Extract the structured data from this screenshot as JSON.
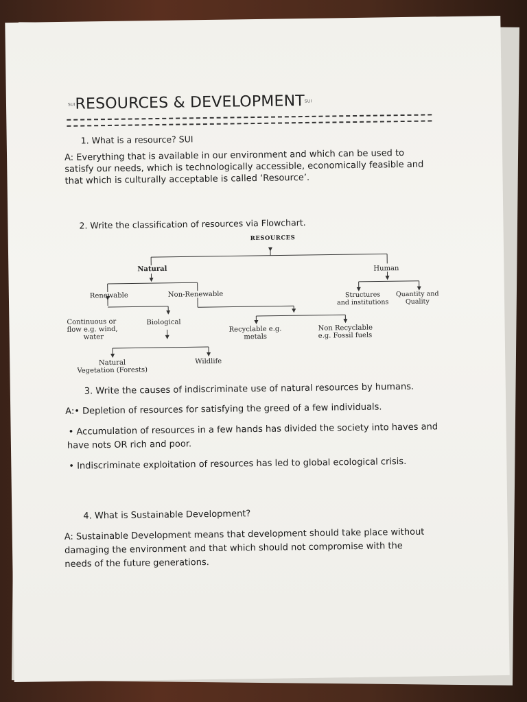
{
  "header": {
    "title": "RESOURCES & DEVELOPMENT",
    "title_mark_left": "SUI",
    "title_mark_right": "SUI",
    "rule": "==========================================================="
  },
  "q1": {
    "question": "1.  What is a resource? SUI",
    "answer_lines": [
      "A: Everything that is available in our environment and which can be used to",
      "satisfy our needs, which is technologically accessible, economically feasible and",
      "that which is culturally acceptable is called ‘Resource’."
    ]
  },
  "q2": {
    "question": "2.  Write the classification of resources via Flowchart."
  },
  "flowchart": {
    "root": "RESOURCES",
    "natural": "Natural",
    "human": "Human",
    "renewable": "Renewable",
    "non_renewable": "Non-Renewable",
    "structures_1": "Structures",
    "structures_2": "and institutions",
    "quantity_1": "Quantity and",
    "quantity_2": "Quality",
    "continuous_1": "Continuous or",
    "continuous_2": "flow e.g. wind,",
    "continuous_3": "water",
    "biological": "Biological",
    "recyclable_1": "Recyclable e.g.",
    "recyclable_2": "metals",
    "nonrecyclable_1": "Non Recyclable",
    "nonrecyclable_2": "e.g. Fossil fuels",
    "natural_veg_1": "Natural",
    "natural_veg_2": "Vegetation (Forests)",
    "wildlife": "Wildlife"
  },
  "q3": {
    "question": "3.  Write the causes of indiscriminate use of natural resources by humans.",
    "b1": "A:• Depletion of resources for satisfying the greed of a few individuals.",
    "b2a": "• Accumulation of resources in a few hands has divided the society into haves and",
    "b2b": "have nots OR rich and poor.",
    "b3": "• Indiscriminate exploitation of resources has led to global ecological crisis."
  },
  "q4": {
    "question": "4.  What is Sustainable Development?",
    "answer_lines": [
      "A: Sustainable Development means that development should take place without",
      "damaging the environment and that which should not compromise with the",
      "needs of the future generations."
    ]
  }
}
